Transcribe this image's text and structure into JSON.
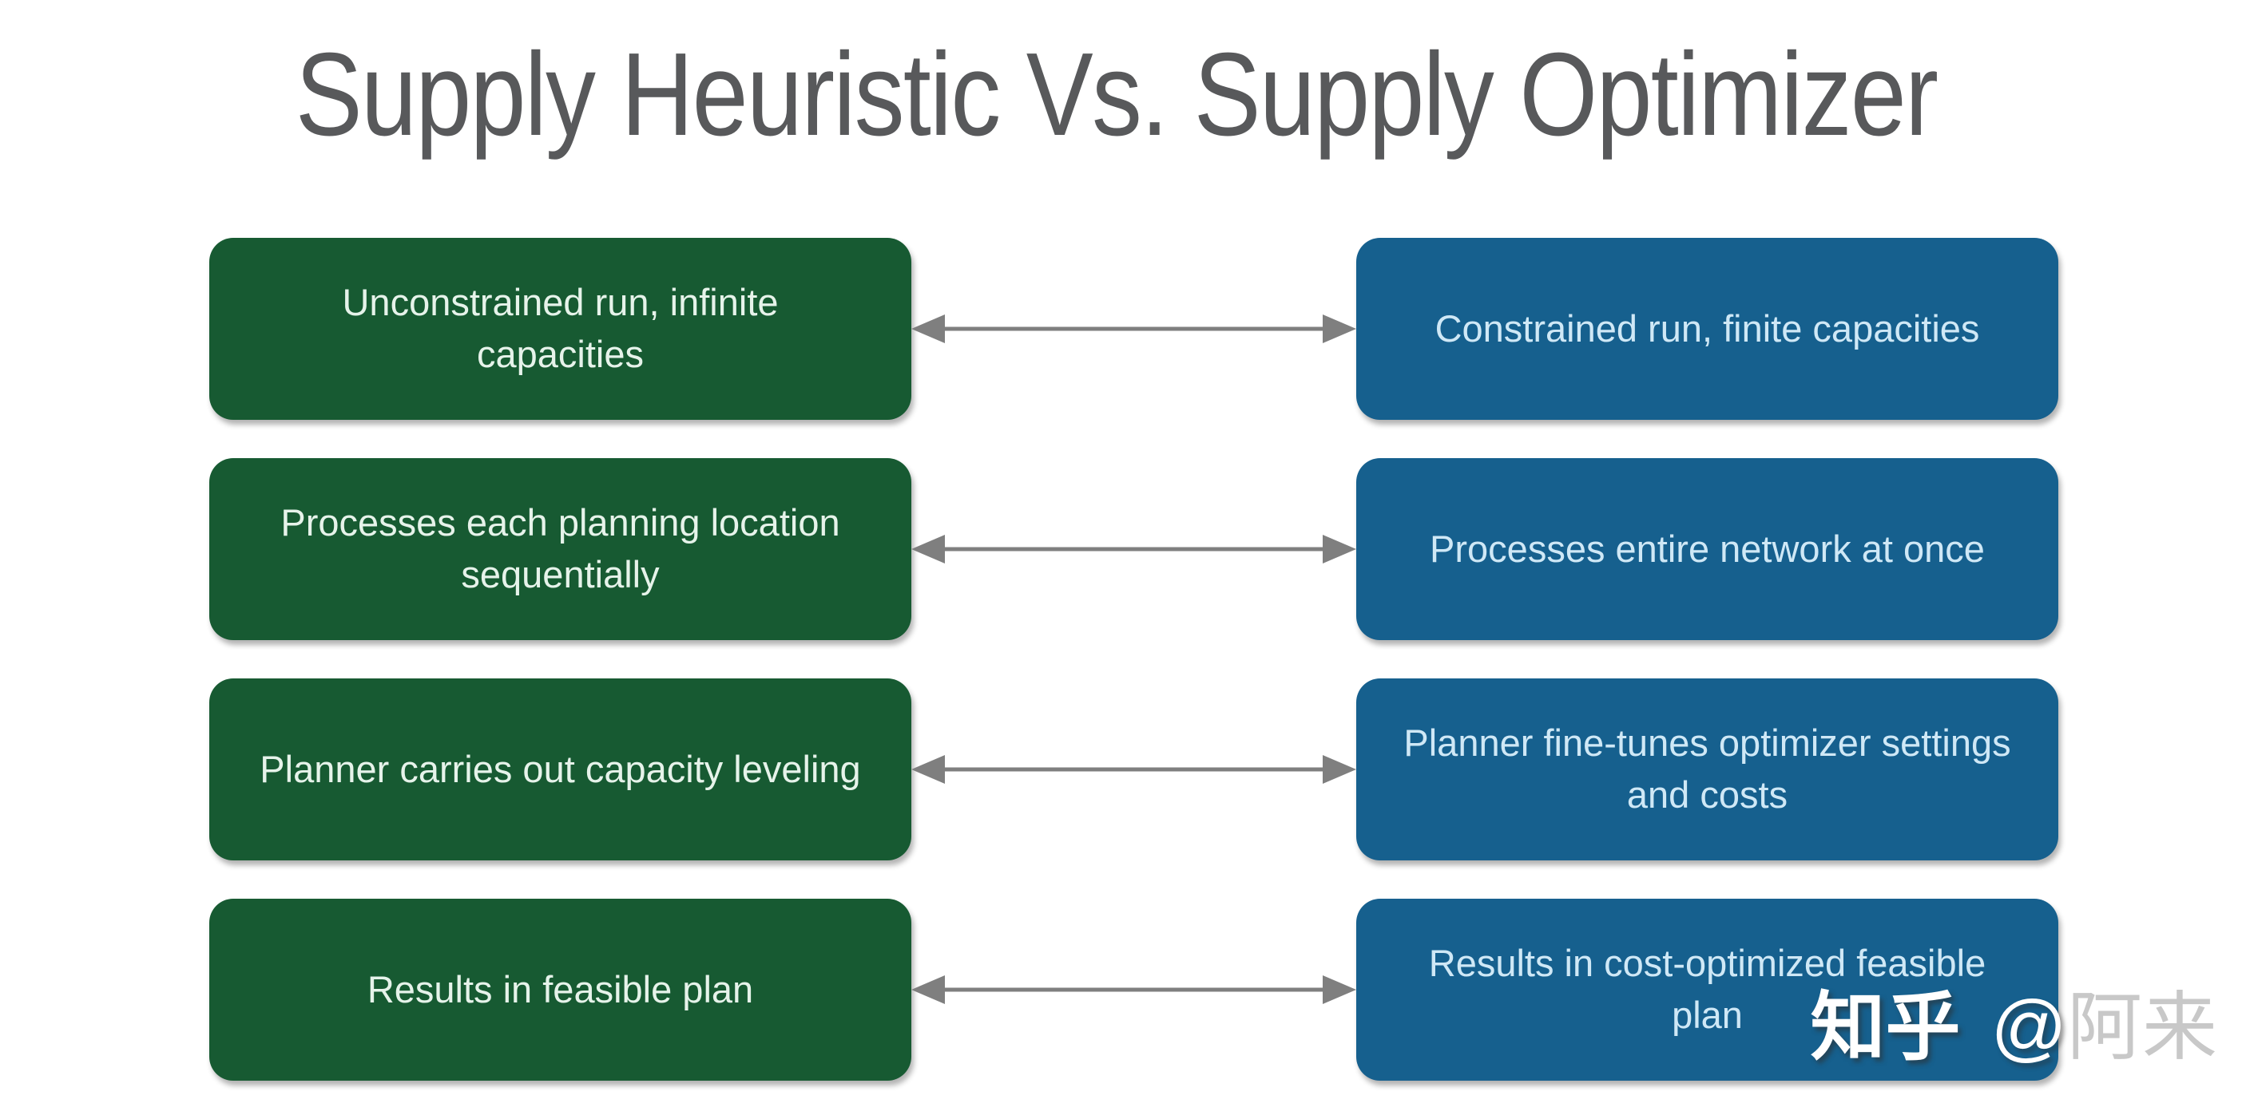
{
  "slide": {
    "title": "Supply Heuristic Vs. Supply Optimizer"
  },
  "comparison": {
    "rows": [
      {
        "heuristic": "Unconstrained run, infinite capacities",
        "optimizer": "Constrained run, finite capacities"
      },
      {
        "heuristic": "Processes each planning location sequentially",
        "optimizer": "Processes entire network at once"
      },
      {
        "heuristic": "Planner carries out capacity leveling",
        "optimizer": "Planner fine-tunes optimizer settings and costs"
      },
      {
        "heuristic": "Results in feasible plan",
        "optimizer": "Results in cost-optimized feasible plan"
      }
    ]
  },
  "colors": {
    "heuristic_box": "#175a32",
    "optimizer_box": "#16608e",
    "arrow": "#7f7f7f",
    "title_text": "#58595b"
  },
  "watermark": {
    "brand": "知乎",
    "at": "@",
    "name": "阿来"
  }
}
